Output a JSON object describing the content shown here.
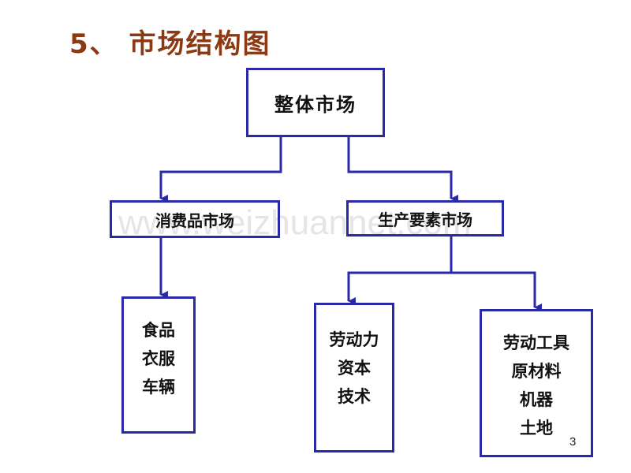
{
  "title": "5、 市场结构图",
  "diagram": {
    "root": "整体市场",
    "consumer_market": "消费品市场",
    "factor_market": "生产要素市场",
    "consumer_goods": [
      "食品",
      "衣服",
      "车辆"
    ],
    "labor_capital": [
      "劳动力",
      "资本",
      "技术"
    ],
    "tools_land": [
      "劳动工具",
      "原材料",
      "机器",
      "土地"
    ]
  },
  "watermark": "www.weizhuannet.com",
  "page_number": "3",
  "colors": {
    "title": "#8b3a14",
    "box_border": "#2a2aa8",
    "connector": "#2a2aa8"
  }
}
